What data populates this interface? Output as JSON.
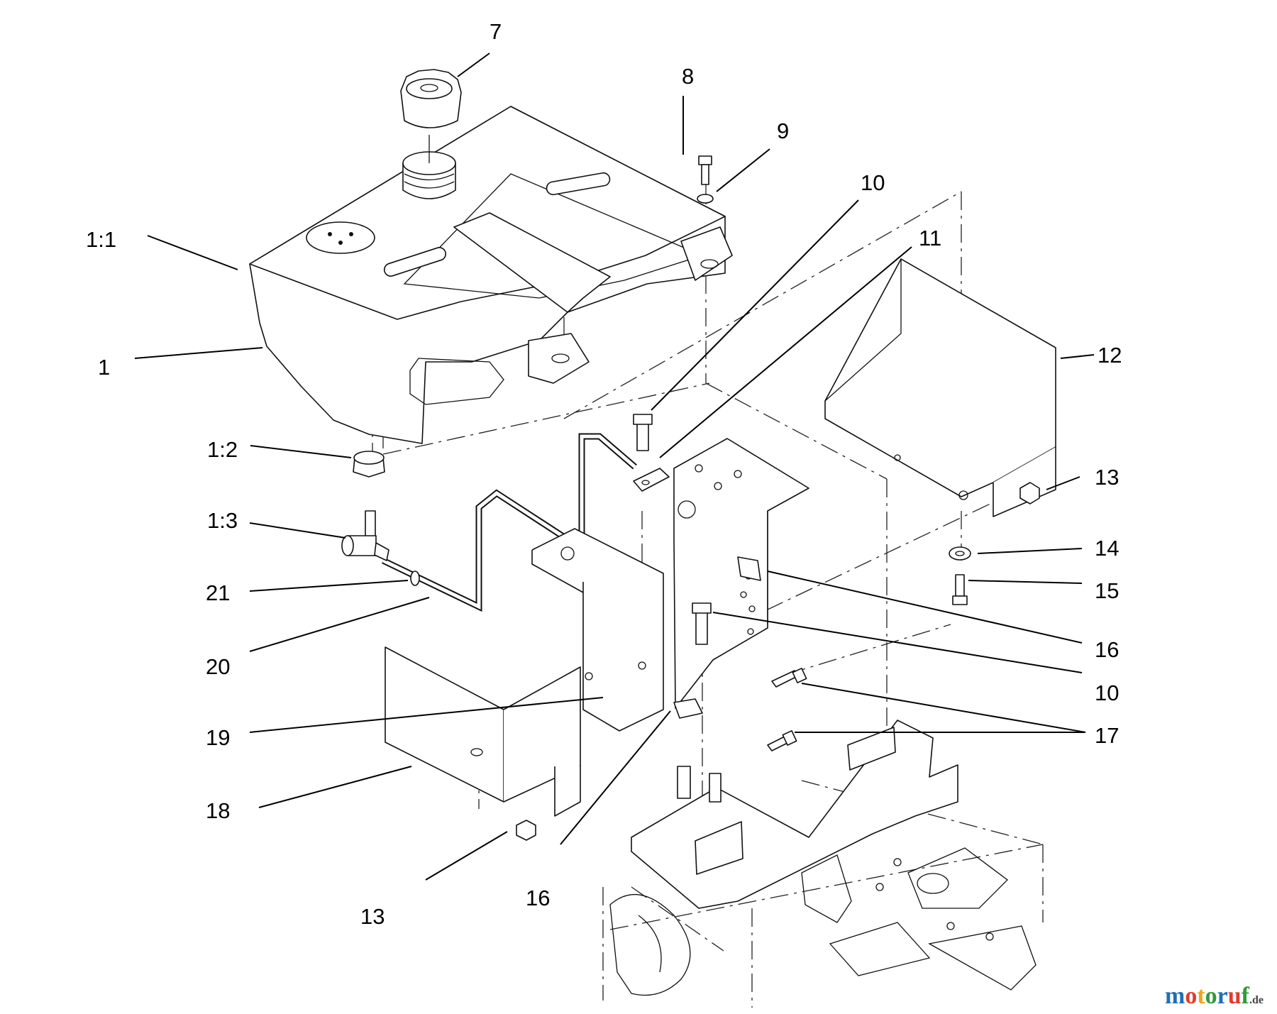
{
  "callouts": [
    {
      "id": "c7",
      "text": "7"
    },
    {
      "id": "c8",
      "text": "8"
    },
    {
      "id": "c9",
      "text": "9"
    },
    {
      "id": "c10a",
      "text": "10"
    },
    {
      "id": "c11",
      "text": "11"
    },
    {
      "id": "c1_1",
      "text": "1:1"
    },
    {
      "id": "c1",
      "text": "1"
    },
    {
      "id": "c12",
      "text": "12"
    },
    {
      "id": "c1_2",
      "text": "1:2"
    },
    {
      "id": "c13a",
      "text": "13"
    },
    {
      "id": "c1_3",
      "text": "1:3"
    },
    {
      "id": "c14",
      "text": "14"
    },
    {
      "id": "c21",
      "text": "21"
    },
    {
      "id": "c15",
      "text": "15"
    },
    {
      "id": "c20",
      "text": "20"
    },
    {
      "id": "c16a",
      "text": "16"
    },
    {
      "id": "c10b",
      "text": "10"
    },
    {
      "id": "c19",
      "text": "19"
    },
    {
      "id": "c17",
      "text": "17"
    },
    {
      "id": "c18",
      "text": "18"
    },
    {
      "id": "c13b",
      "text": "13"
    },
    {
      "id": "c16b",
      "text": "16"
    }
  ],
  "watermark": {
    "text": "motoruf",
    "suffix": ".de",
    "letters": [
      {
        "ch": "m",
        "color": "#1f6fb5"
      },
      {
        "ch": "o",
        "color": "#e23b2e"
      },
      {
        "ch": "t",
        "color": "#f2a51a"
      },
      {
        "ch": "o",
        "color": "#2e9b3a"
      },
      {
        "ch": "r",
        "color": "#1f6fb5"
      },
      {
        "ch": "u",
        "color": "#e23b2e"
      },
      {
        "ch": "f",
        "color": "#2e9b3a"
      }
    ]
  }
}
